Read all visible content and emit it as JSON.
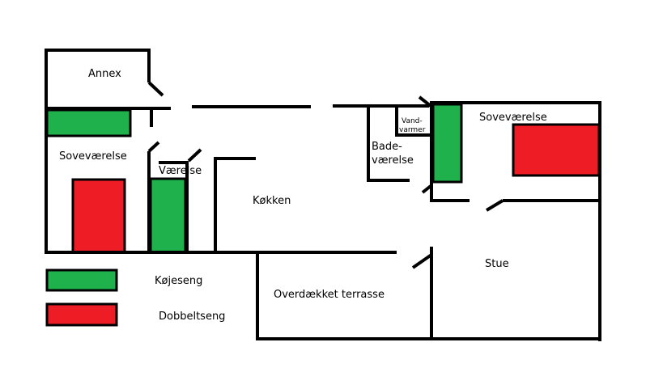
{
  "colors": {
    "wall": "#000000",
    "bunk_bed": "#1fb14b",
    "double_bed": "#ee1c24"
  },
  "rooms": {
    "annex": "Annex",
    "sovevaerelse_left": "Soveværelse",
    "vaerelse": "Værelse",
    "koekken": "Køkken",
    "bade_line1": "Bade-",
    "bade_line2": "værelse",
    "vand_line1": "Vand-",
    "vand_line2": "varmer",
    "sovevaerelse_right": "Soveværelse",
    "stue": "Stue",
    "terrasse": "Overdækket terrasse"
  },
  "legend": {
    "bunk_bed": "Køjeseng",
    "double_bed": "Dobbeltseng"
  }
}
